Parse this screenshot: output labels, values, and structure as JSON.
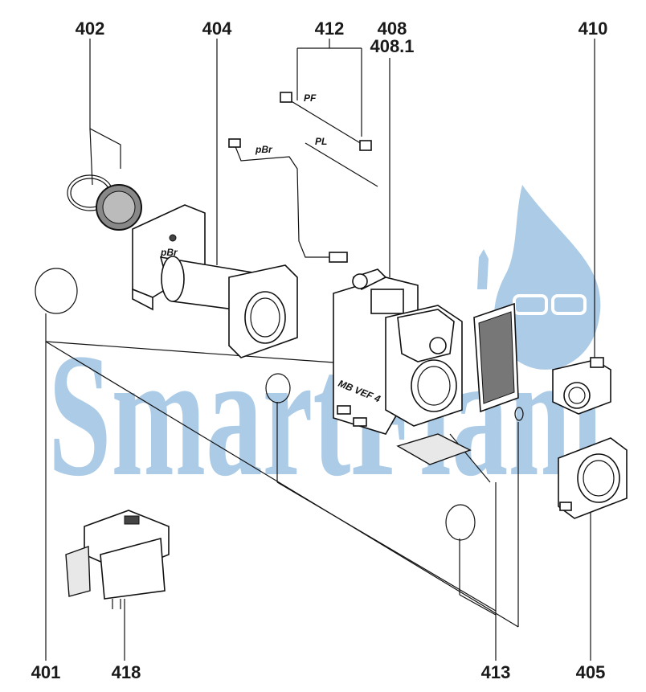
{
  "watermark": {
    "text": "SmartFlam",
    "color": "#9ec3e2"
  },
  "callouts": {
    "top": [
      "402",
      "404",
      "412",
      "408",
      "408.1",
      "410"
    ],
    "bottom": [
      "401",
      "418",
      "413",
      "405"
    ]
  },
  "part_markings": {
    "pbr_pipe": "pBr",
    "pbr_flange": "pBr",
    "pf": "PF",
    "pl": "PL",
    "valve_plate": "MB VEF 4"
  }
}
